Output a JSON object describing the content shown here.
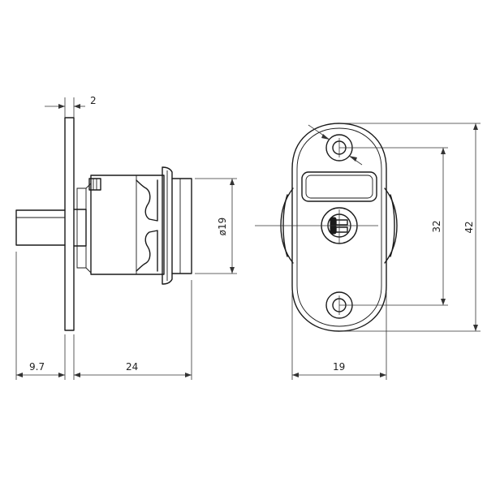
{
  "dimensions": {
    "plate_thickness": "2",
    "shaft_length": "9.7",
    "body_length": "24",
    "body_diameter": "ø19",
    "front_width": "19",
    "hole_spacing": "32",
    "front_height": "42"
  }
}
